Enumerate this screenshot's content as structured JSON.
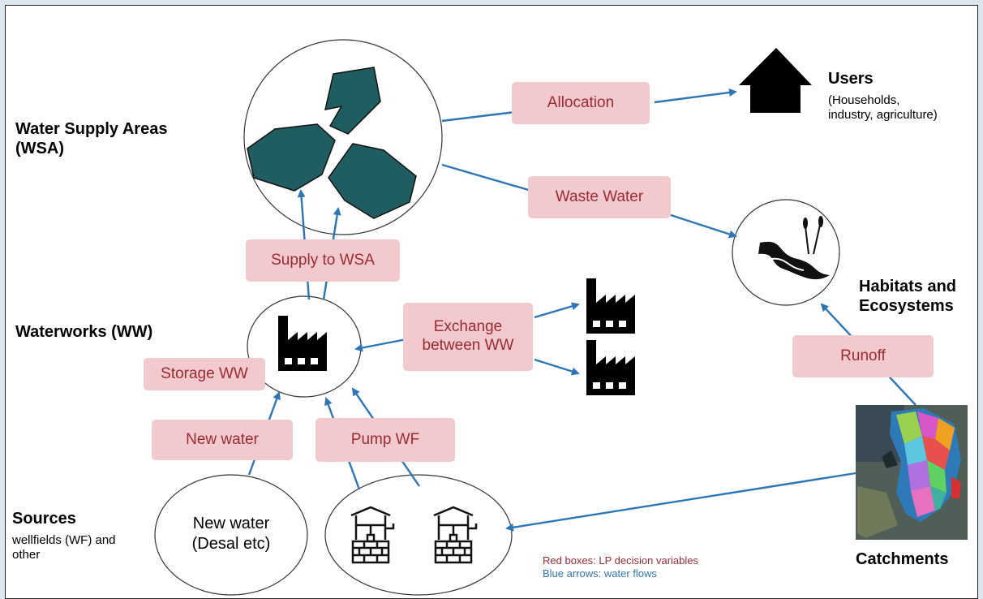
{
  "labels": {
    "wsa": "Water Supply Areas\n(WSA)",
    "ww": "Waterworks (WW)",
    "sources_title": "Sources",
    "sources_sub": "wellfields (WF) and\nother",
    "users_title": "Users",
    "users_sub": "(Households,\nindustry, agriculture)",
    "habitats": "Habitats and\nEcosystems",
    "catchments": "Catchments"
  },
  "boxes": {
    "allocation": "Allocation",
    "waste_water": "Waste Water",
    "supply_to_wsa": "Supply to WSA",
    "exchange": "Exchange\nbetween WW",
    "storage_ww": "Storage WW",
    "new_water": "New water",
    "pump_wf": "Pump WF",
    "runoff": "Runoff"
  },
  "nodes": {
    "new_water_source": "New water\n(Desal etc)"
  },
  "legend": {
    "red": "Red boxes: LP decision variables",
    "blue": "Blue arrows: water flows"
  },
  "colors": {
    "decision_box_fill": "#f2c9cd",
    "decision_box_text": "#9b2b33",
    "flow_arrow": "#2e75b6",
    "wsa_polygon": "#1f5d60",
    "legend_blue": "#2e75b6"
  }
}
